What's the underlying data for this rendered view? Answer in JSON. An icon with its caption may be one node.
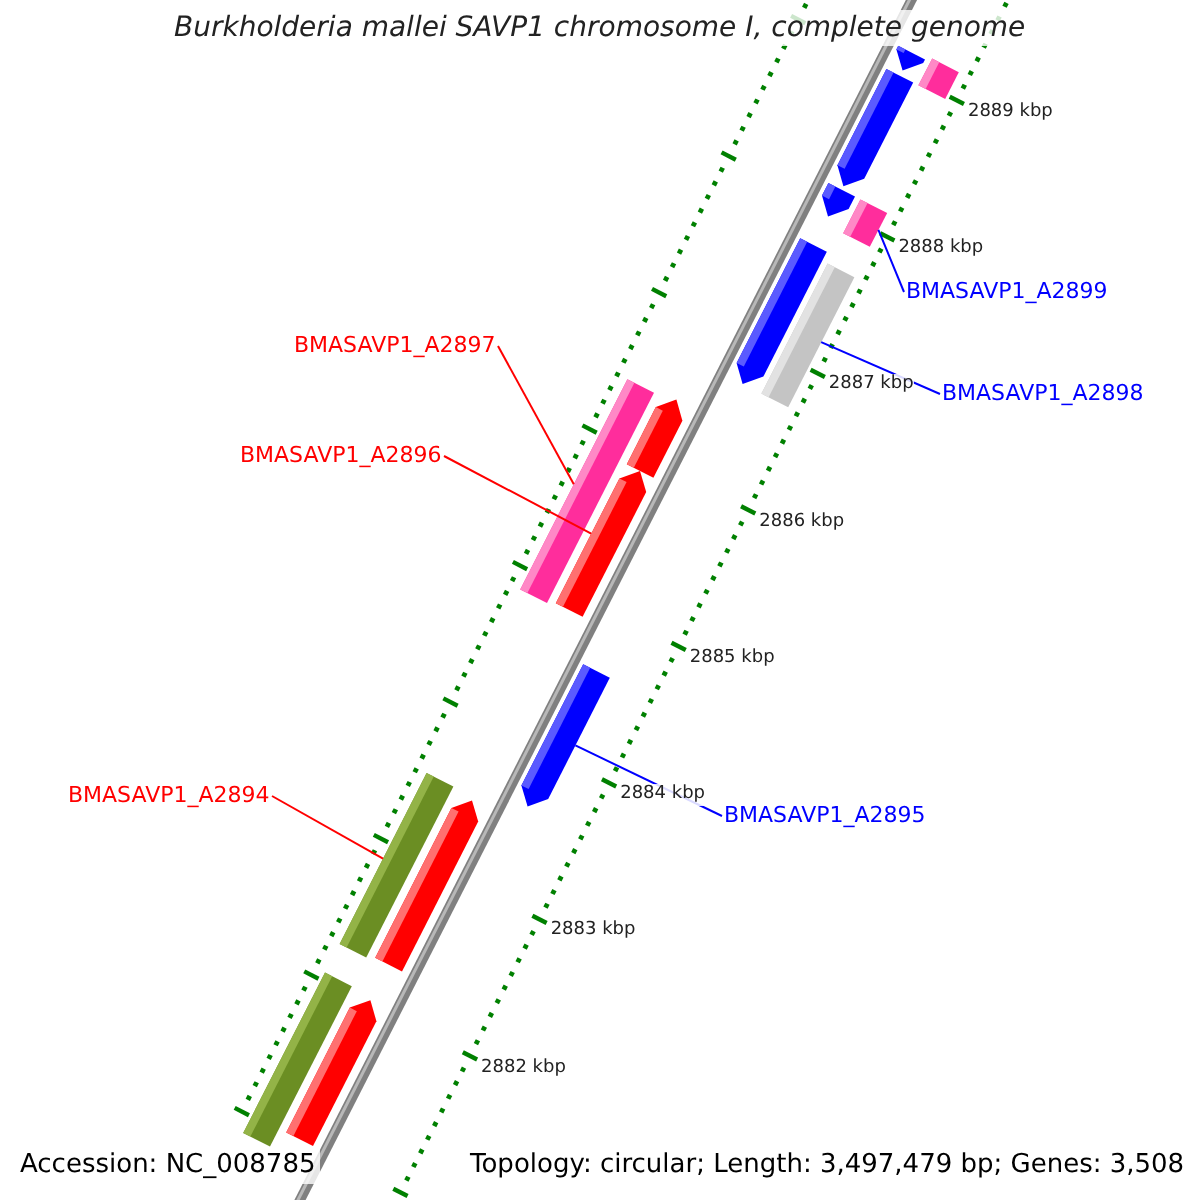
{
  "diagram": {
    "title": "Burkholderia mallei SAVP1 chromosome I, complete genome",
    "nodes": [
      {
        "text": [
          "BMASAVP1_A2899"
        ]
      },
      {
        "text": [],
        "shape": "bar"
      },
      {
        "text": [
          "BMASAVP1_A2898"
        ]
      },
      {
        "text": [],
        "shape": "bar"
      },
      {
        "text": [
          "BMASAVP1_A2897"
        ]
      },
      {
        "text": [],
        "shape": "bar"
      },
      {
        "text": [
          "BMASAVP1_A2896"
        ]
      },
      {
        "text": [],
        "shape": "arrow"
      },
      {
        "text": [
          "BMASAVP1_A2895"
        ]
      },
      {
        "text": [],
        "shape": "arrow"
      },
      {
        "text": [
          "BMASAVP1_A2894"
        ]
      },
      {
        "text": [],
        "shape": "bar"
      },
      {
        "text": [],
        "shape": "bar"
      },
      {
        "text": [],
        "shape": "arrow"
      },
      {
        "text": [],
        "shape": "arrow"
      },
      {
        "text": [],
        "shape": "arrow"
      },
      {
        "text": [],
        "shape": "arrow"
      },
      {
        "text": [],
        "shape": "arrow"
      },
      {
        "text": [],
        "shape": "arrow"
      },
      {
        "text": [],
        "shape": "bar"
      },
      {
        "text": [],
        "shape": "arrow"
      }
    ],
    "edges": [
      {
        "from": 0,
        "to": 1,
        "arrow": "none",
        "color": "#0000ff"
      },
      {
        "from": 2,
        "to": 3,
        "arrow": "none",
        "color": "#0000ff"
      },
      {
        "from": 4,
        "to": 5,
        "arrow": "none",
        "color": "#ff0000"
      },
      {
        "from": 6,
        "to": 7,
        "arrow": "none",
        "color": "#ff0000"
      },
      {
        "from": 8,
        "to": 9,
        "arrow": "none",
        "color": "#0000ff"
      },
      {
        "from": 10,
        "to": 11,
        "arrow": "none",
        "color": "#ff0000"
      }
    ],
    "labels": [
      "2889 kbp",
      "2888 kbp",
      "2887 kbp",
      "2886 kbp",
      "2885 kbp",
      "2884 kbp",
      "2883 kbp",
      "2882 kbp",
      "Accession: NC_008785",
      "Topology: circular; Length: 3,497,479 bp; Genes: 3,508"
    ]
  }
}
